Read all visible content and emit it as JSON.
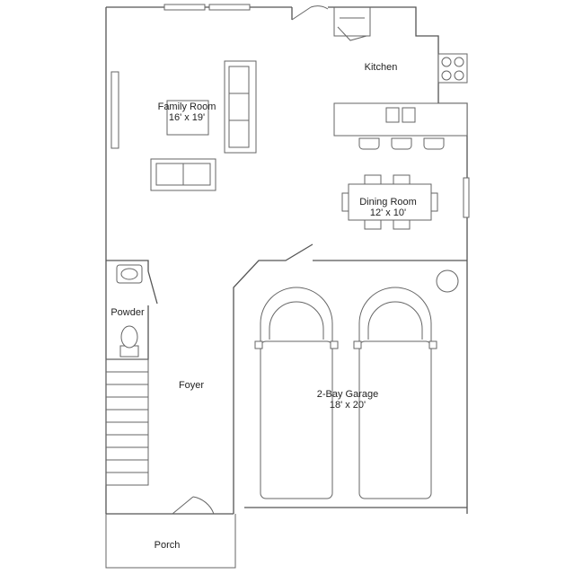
{
  "rooms": {
    "family": {
      "name": "Family Room",
      "size": "16' x 19'"
    },
    "kitchen": {
      "name": "Kitchen"
    },
    "dining": {
      "name": "Dining Room",
      "size": "12' x 10'"
    },
    "powder": {
      "name": "Powder"
    },
    "foyer": {
      "name": "Foyer"
    },
    "garage": {
      "name": "2-Bay Garage",
      "size": "18' x 20'"
    },
    "porch": {
      "name": "Porch"
    }
  }
}
